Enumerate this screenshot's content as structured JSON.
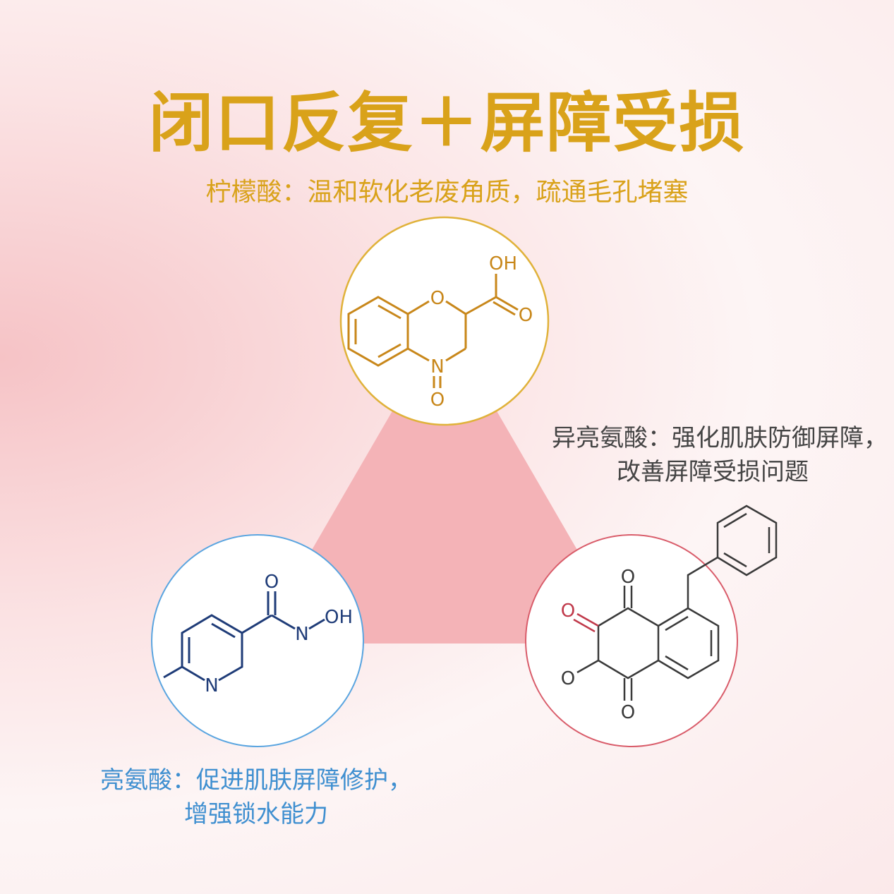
{
  "title": "闭口反复＋屏障受损",
  "subtitle": "柠檬酸：温和软化老废角质，疏通毛孔堵塞",
  "ingredients": [
    {
      "name": "异亮氨酸",
      "line1": "异亮氨酸：强化肌肤防御屏障，",
      "line2": "改善屏障受损问题",
      "color": "#d95c6a"
    },
    {
      "name": "亮氨酸",
      "line1": "亮氨酸：促进肌肤屏障修护，",
      "line2": "增强锁水能力",
      "color": "#5aa5e0"
    }
  ],
  "molecules": {
    "top": {
      "color": "#c8871a",
      "labels": [
        "O",
        "OH",
        "O",
        "N",
        "O"
      ]
    },
    "left": {
      "color": "#1f3c78",
      "labels": [
        "O",
        "N",
        "OH",
        "N"
      ]
    },
    "right": {
      "color": "#3a3a3a",
      "labels": [
        "O",
        "O",
        "O",
        "O"
      ]
    }
  },
  "colors": {
    "title": "#d9a21a",
    "triangle": "#f4b3b7",
    "top_circle": "#e0b23a"
  }
}
